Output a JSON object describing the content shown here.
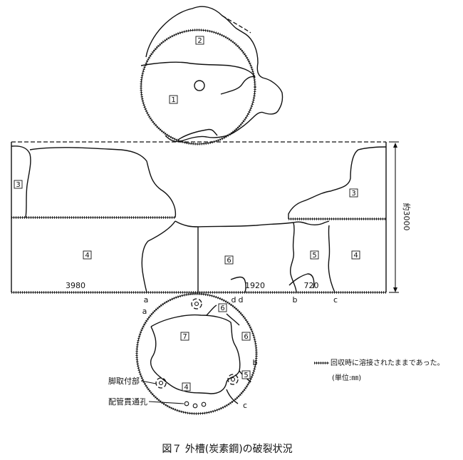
{
  "top_circle": {
    "pieces": [
      "2",
      "1"
    ]
  },
  "shell": {
    "pieces": [
      "3",
      "3",
      "4",
      "6",
      "5",
      "4"
    ],
    "dimensions": [
      "3980",
      "1920",
      "720"
    ],
    "height_label": "約3000",
    "points": [
      "a",
      "b",
      "c",
      "d"
    ]
  },
  "bottom_circle": {
    "pieces": [
      "6",
      "6",
      "7",
      "5",
      "4"
    ],
    "points": [
      "a",
      "b",
      "c",
      "d"
    ],
    "callouts": [
      "脚取付部",
      "配管貫通孔"
    ]
  },
  "legend": {
    "symbol": "########",
    "text": "回収時に溶接されたままであった。"
  },
  "unit": "(単位:㎜)",
  "caption": "図７ 外槽(炭素鋼)の破裂状況"
}
